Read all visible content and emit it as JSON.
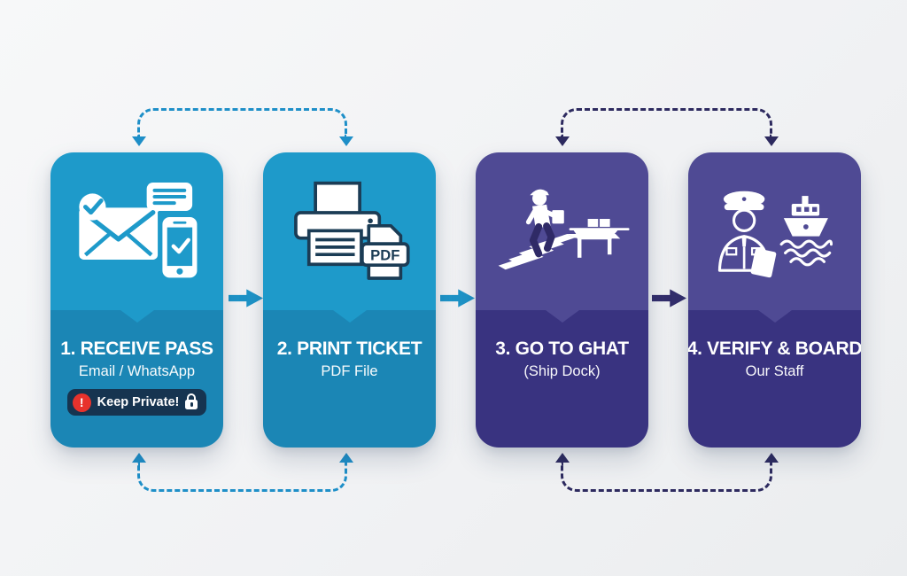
{
  "page": {
    "background_top": "#F7F8F9",
    "background_bottom": "#EBEDEF"
  },
  "steps": [
    {
      "title": "1. RECEIVE PASS",
      "subtitle": "Email / WhatsApp",
      "icon": "envelope-check-phone-icon",
      "colors": {
        "top": "#1E9ACA",
        "bottom": "#1B86B5"
      },
      "badge": {
        "text": "Keep Private!",
        "alert_glyph": "!",
        "background": "#163450",
        "alert_color": "#E8322C",
        "icons": [
          "exclamation-circle-icon",
          "lock-icon"
        ]
      }
    },
    {
      "title": "2. PRINT TICKET",
      "subtitle": "PDF File",
      "icon": "printer-pdf-icon",
      "pdf_label": "PDF",
      "colors": {
        "top": "#1E9ACA",
        "bottom": "#1B86B5"
      }
    },
    {
      "title": "3. GO TO GHAT",
      "subtitle": "(Ship Dock)",
      "icon": "walk-to-dock-icon",
      "colors": {
        "top": "#4F4A94",
        "bottom": "#393380"
      }
    },
    {
      "title": "4. VERIFY & BOARD",
      "subtitle": "Our Staff",
      "icon": "captain-ship-icon",
      "colors": {
        "top": "#4F4A94",
        "bottom": "#393380"
      }
    }
  ],
  "connectors": {
    "solid_arrows": [
      {
        "from": 1,
        "to": 2,
        "color": "#1E94C8"
      },
      {
        "from": 2,
        "to": 3,
        "color": "#1E94C8"
      },
      {
        "from": 3,
        "to": 4,
        "color": "#332E6C"
      }
    ],
    "dashed_arcs": [
      {
        "position": "top",
        "between": [
          1,
          2
        ],
        "color": "#1E8FC8",
        "arrow_direction": "down-both-ends"
      },
      {
        "position": "top",
        "between": [
          3,
          4
        ],
        "color": "#2D2A5F",
        "arrow_direction": "down-both-ends"
      },
      {
        "position": "bottom",
        "between": [
          1,
          2
        ],
        "color": "#1E8FC8",
        "arrow_direction": "up-both-ends"
      },
      {
        "position": "bottom",
        "between": [
          3,
          4
        ],
        "color": "#2D2A5F",
        "arrow_direction": "up-both-ends"
      }
    ]
  }
}
